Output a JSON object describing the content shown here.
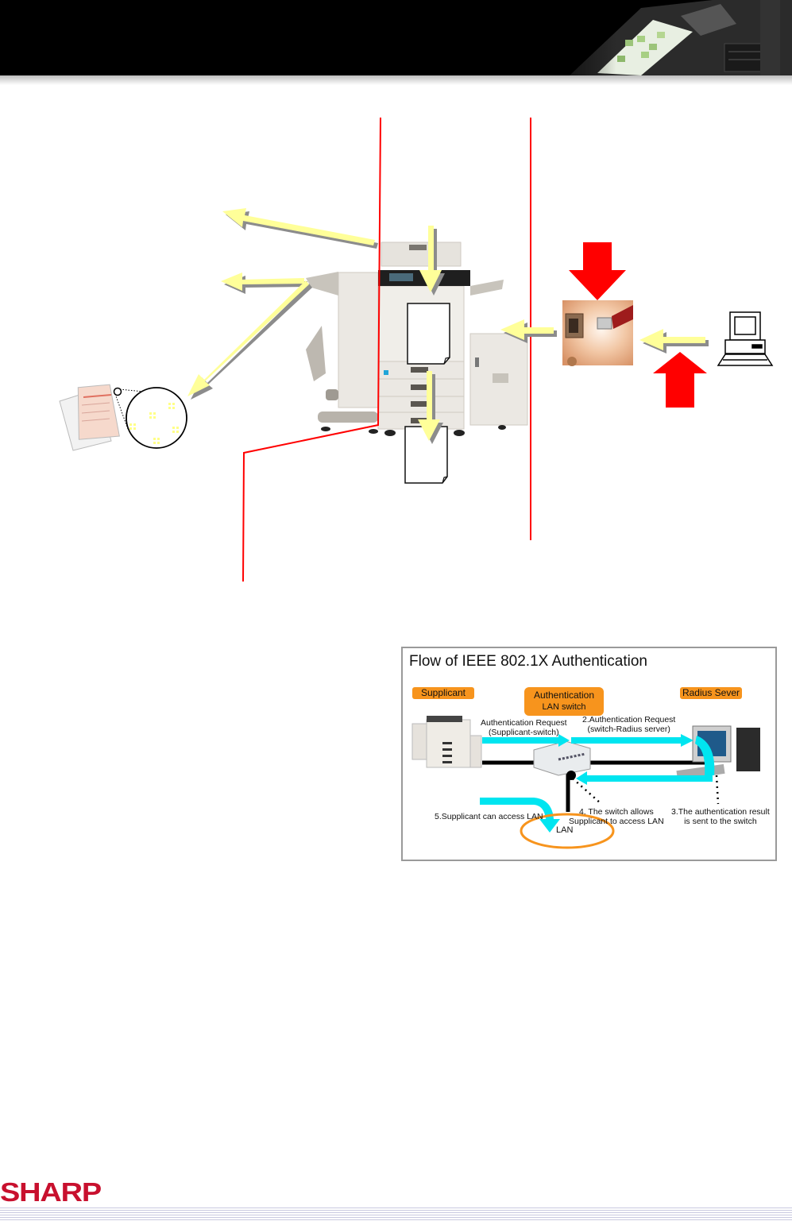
{
  "header": {
    "banner_icon": "copier-touchscreen-photo"
  },
  "main_diagram": {
    "colors": {
      "boundary_line": "#ff0000",
      "flow_arrow": "#ffff99",
      "flow_arrow_shadow": "#8c8c8c",
      "threat_arrow": "#ff0000"
    },
    "icons": {
      "copier": "mfp-copier-icon",
      "scanned_document": "document-page-icon",
      "printed_document": "document-page-icon",
      "network_port": "ethernet-port-photo",
      "computer": "desktop-computer-icon",
      "printed_sheets": "printed-sheets-icon",
      "magnifier": "tracking-dots-magnifier-icon"
    }
  },
  "auth_diagram": {
    "title": "Flow of IEEE 802.1X Authentication",
    "badges": {
      "supplicant": "Supplicant",
      "switch_line1": "Authentication",
      "switch_line2": "LAN switch",
      "radius": "Radius Sever"
    },
    "steps": {
      "step1_line1": "Authentication Request",
      "step1_line2": "(Supplicant-switch)",
      "step2_line1": "2.Authentication Request",
      "step2_line2": "(switch-Radius server)",
      "step3_line1": "3.The authentication result",
      "step3_line2": "is sent to the switch",
      "step4_line1": "4. The switch allows",
      "step4_line2": "Supplicant to access LAN",
      "step5": "5.Supplicant can access LAN"
    },
    "lan_label": "LAN",
    "colors": {
      "badge": "#f7941d",
      "flow": "#00e5f0",
      "lan_ring": "#f7941d"
    }
  },
  "footer": {
    "logo": "SHARP",
    "logo_color": "#c8102e"
  }
}
